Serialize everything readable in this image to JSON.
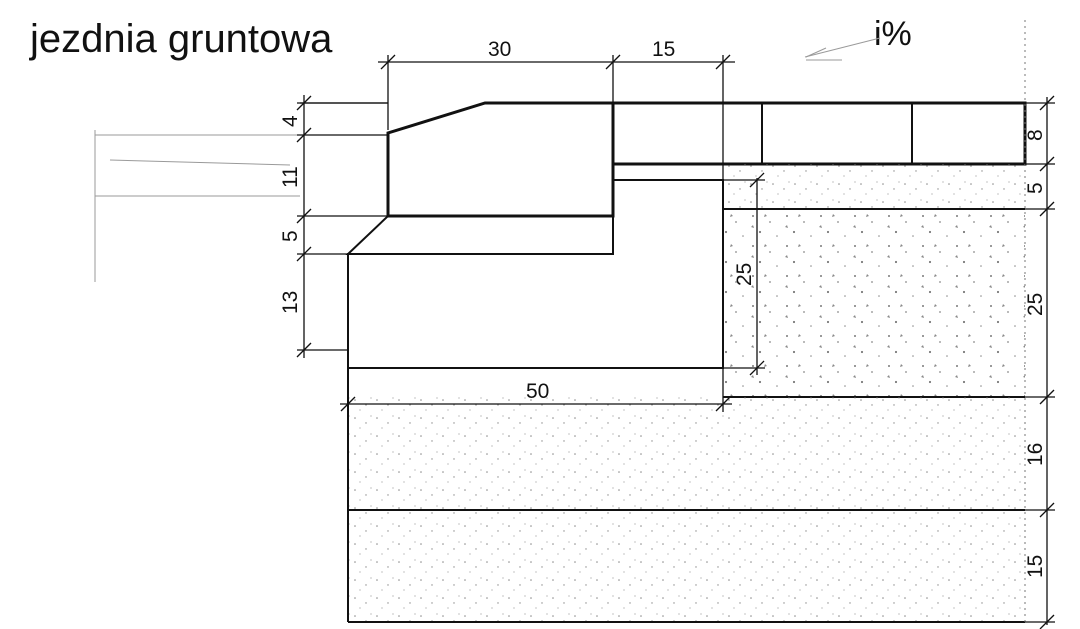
{
  "title": "jezdnia gruntowa",
  "slope_label": "i%",
  "dimensions": {
    "top_width_30": "30",
    "top_width_15": "15",
    "bottom_width_50": "50",
    "left_4": "4",
    "left_11": "11",
    "left_5": "5",
    "left_13": "13",
    "mid_25": "25",
    "right_8": "8",
    "right_5": "5",
    "right_25": "25",
    "right_16": "16",
    "right_15": "15"
  },
  "colors": {
    "line": "#111111",
    "hatch": "#222222",
    "background": "#ffffff",
    "dots": "#8a8a8a"
  }
}
